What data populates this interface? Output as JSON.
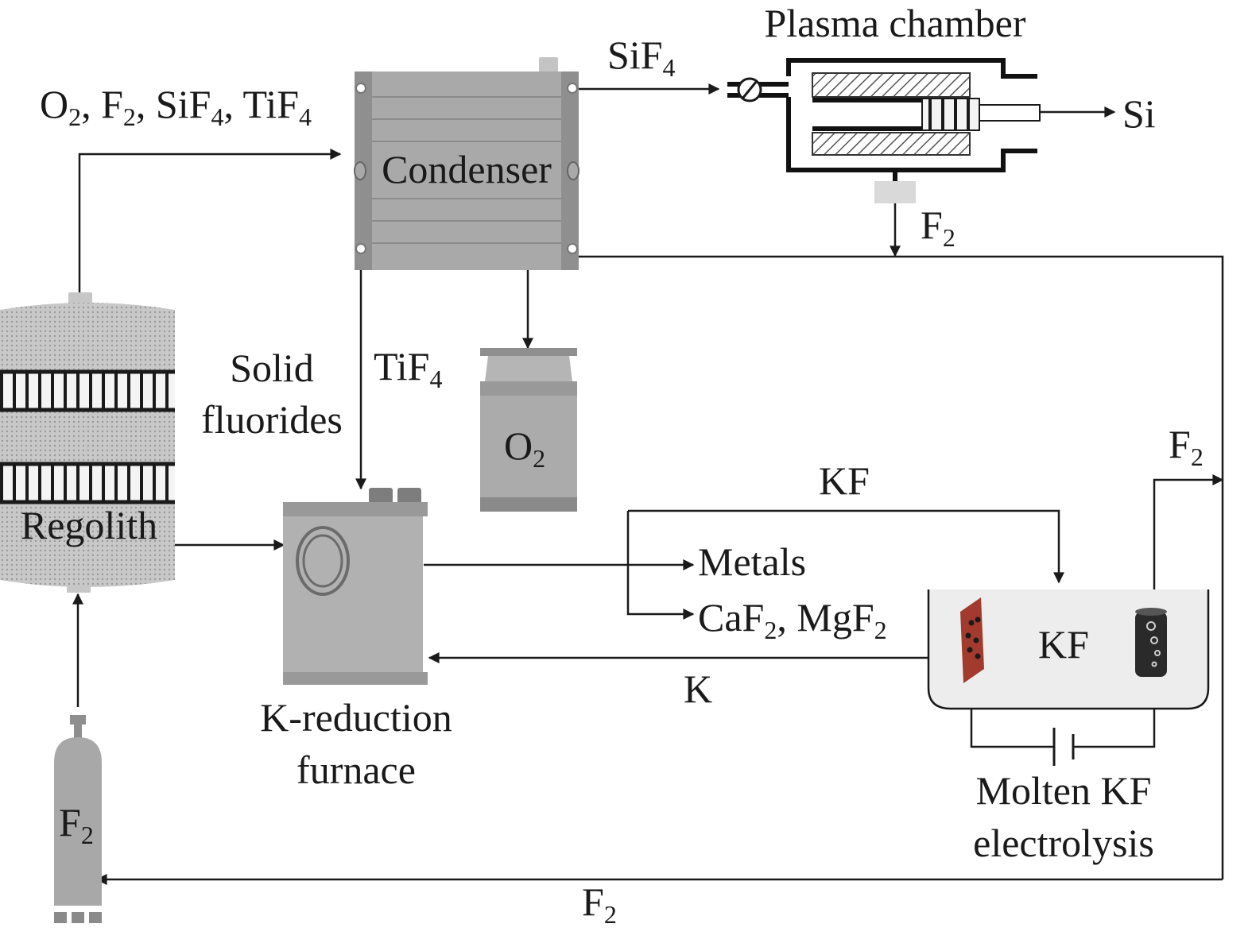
{
  "labels": {
    "plasma_chamber": "Plasma chamber",
    "sif4_top": {
      "base": "SiF",
      "sub": "4"
    },
    "si": "Si",
    "inlet_gases": [
      {
        "base": "O",
        "sub": "2",
        "tail": ", "
      },
      {
        "base": "F",
        "sub": "2",
        "tail": ", "
      },
      {
        "base": "SiF",
        "sub": "4",
        "tail": ", "
      },
      {
        "base": "TiF",
        "sub": "4",
        "tail": ""
      }
    ],
    "condenser": "Condenser",
    "f2_plasma_out": {
      "base": "F",
      "sub": "2"
    },
    "solid_fluorides_1": "Solid",
    "solid_fluorides_2": "fluorides",
    "tif4": {
      "base": "TiF",
      "sub": "4"
    },
    "o2_tank": {
      "base": "O",
      "sub": "2"
    },
    "regolith": "Regolith",
    "f2_right": {
      "base": "F",
      "sub": "2"
    },
    "kf_top": "KF",
    "metals": "Metals",
    "caf2_mgf2": [
      {
        "base": "CaF",
        "sub": "2",
        "tail": ", "
      },
      {
        "base": "MgF",
        "sub": "2",
        "tail": ""
      }
    ],
    "kf_bath": "KF",
    "k": "K",
    "k_reduction_1": "K-reduction",
    "k_reduction_2": "furnace",
    "molten_1": "Molten KF",
    "molten_2": "electrolysis",
    "f2_cylinder": {
      "base": "F",
      "sub": "2"
    },
    "f2_bottom": {
      "base": "F",
      "sub": "2"
    }
  },
  "colors": {
    "equipment_gray": "#a8a8a8",
    "equipment_dark": "#8a8a8a",
    "line": "#1a1a1a",
    "cathode_red": "#a33a2e",
    "bath": "#ededed"
  }
}
